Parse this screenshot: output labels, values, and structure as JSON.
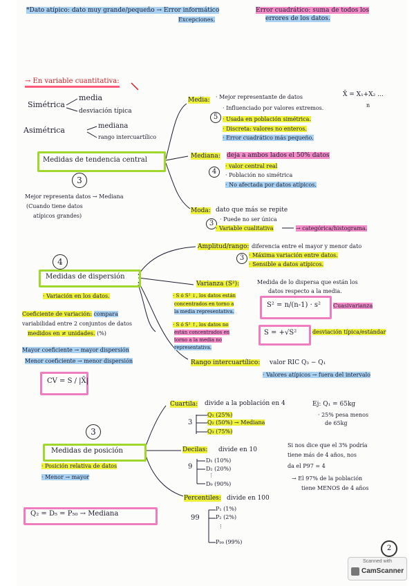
{
  "top": {
    "datos_atipicos": "*Dato atípico: dato muy grande/pequeño → Error informático",
    "excepciones": "Excepciones.",
    "error_cuadratico": "Error cuadrático: suma de todos los",
    "errores_datos": "errores de los datos."
  },
  "variable": {
    "title": "→ En variable cuantitativa:",
    "simetrica": "Simétrica",
    "media": "media",
    "desviacion": "desviación típica",
    "asimetrica": "Asimétrica",
    "mediana": "mediana",
    "rango": "rango intercuartílico",
    "mejor_dato": "Mejor representa datos → Mediana",
    "cuando1": "(Cuando tiene datos",
    "cuando2": "atípicos grandes)"
  },
  "tendencia": {
    "box": "Medidas de tendencia central",
    "num": "3",
    "media_label": "Media:",
    "media_1": "· Mejor representante de datos",
    "formula_top": "X̄ = X₁+X₂ ...",
    "formula_bottom": "n",
    "media_2": "· Influenciado por valores extremos.",
    "media_num": "5",
    "media_3": "· Usada en población simétrica.",
    "media_4": "· Discreta: valores no enteros.",
    "media_5": "· Error cuadrático más pequeño.",
    "mediana_label": "Mediana:",
    "mediana_1": "deja a ambos lados el 50% datos",
    "mediana_num": "4",
    "mediana_2": "· valor central real",
    "mediana_3": "· Población no simétrica",
    "mediana_4": "· No afectada por datos atípicos.",
    "moda_label": "Moda:",
    "moda_1": "dato que más se repite",
    "moda_num": "3",
    "moda_2": "· Puede no ser única",
    "moda_3": "· Variable cualitativa",
    "moda_4": "→ categórica/histograma."
  },
  "dispersion": {
    "num": "4",
    "box": "Medidas de dispersión",
    "sub": "· Variación en los datos.",
    "amplitud_label": "Amplitud/rango:",
    "amplitud_1": "diferencia entre el mayor y menor dato",
    "amplitud_num": "3",
    "amplitud_2": "· Máxima variación entre datos.",
    "amplitud_3": "· Sensible a datos atípicos.",
    "varianza_label": "Varianza (S²):",
    "varianza_1": "Medida de lo dispersa que están los",
    "varianza_2": "datos respecto a la media.",
    "s_small_1": "· S ó S² ↓, los datos están",
    "s_small_2": "concentrados en torno a",
    "s_small_3": "la media representativa.",
    "s_big_1": "· S ó S² ↑, los datos no",
    "s_big_2": "están concentrados en",
    "s_big_3": "torno a la media no",
    "s_big_4": "representativa.",
    "formula_var": "S² = n/(n-1) · s²",
    "cuasivarianza": "Cuasivarianza",
    "formula_desv": "S = +√S²",
    "desviacion_tipica": "desviación típica/estándar",
    "coef_1": "Coeficiente de variación:",
    "coef_2": "compara",
    "coef_3": "variabilidad entre 2 conjuntos de datos",
    "coef_4": "medidos en ≠ unidades.",
    "coef_5": "(%)",
    "mayor_coef": "Mayor coeficiente → mayor dispersión",
    "menor_coef": "Menor coeficiente → menor dispersión",
    "cv_formula": "CV = S / |X̄|",
    "ric_label": "Rango intercuartílico:",
    "ric_1": "valor RIC  Q₃ − Q₁",
    "ric_2": "· Valores atípicos → fuera del intervalo"
  },
  "posicion": {
    "num": "3",
    "box": "Medidas de posición",
    "sub_1": "· Posición relativa de datos",
    "sub_2": "· Menor → mayor",
    "cuartila_label": "Cuartila:",
    "cuartila_1": "divide a la población en 4",
    "q_num": "3",
    "q1": "Q₁ (25%)",
    "q2": "Q₂ (50%) → Mediana",
    "q3": "Q₃ (75%)",
    "ej_1": "Ej: Q₁ = 65kg",
    "ej_2": "· 25% pesa menos",
    "ej_3": "de 65kg",
    "decil_label": "Decilas:",
    "decil_1": "divide en 10",
    "d_num": "9",
    "d1": "D₁ (10%)",
    "d2": "D₂ (20%)",
    "d9": "D₉ (90%)",
    "percentil_label": "Percentiles:",
    "percentil_1": "divide en 100",
    "p_num": "99",
    "p1": "P₁ (1%)",
    "p2": "P₂ (2%)",
    "p99": "P₉₉ (99%)",
    "note_1": "Si nos dice que el 3% podría",
    "note_2": "tiene más de 4 años, nos",
    "note_3": "da el P97 = 4",
    "note_4": "→ El 97% de la población",
    "note_5": "tiene MENOS de 4 años",
    "equivalencia": "Q₂ = D₅ = P₅₀ → Mediana"
  },
  "footer": {
    "page_number": "2",
    "scanned_with": "Scanned with",
    "camscanner": "CamScanner"
  }
}
